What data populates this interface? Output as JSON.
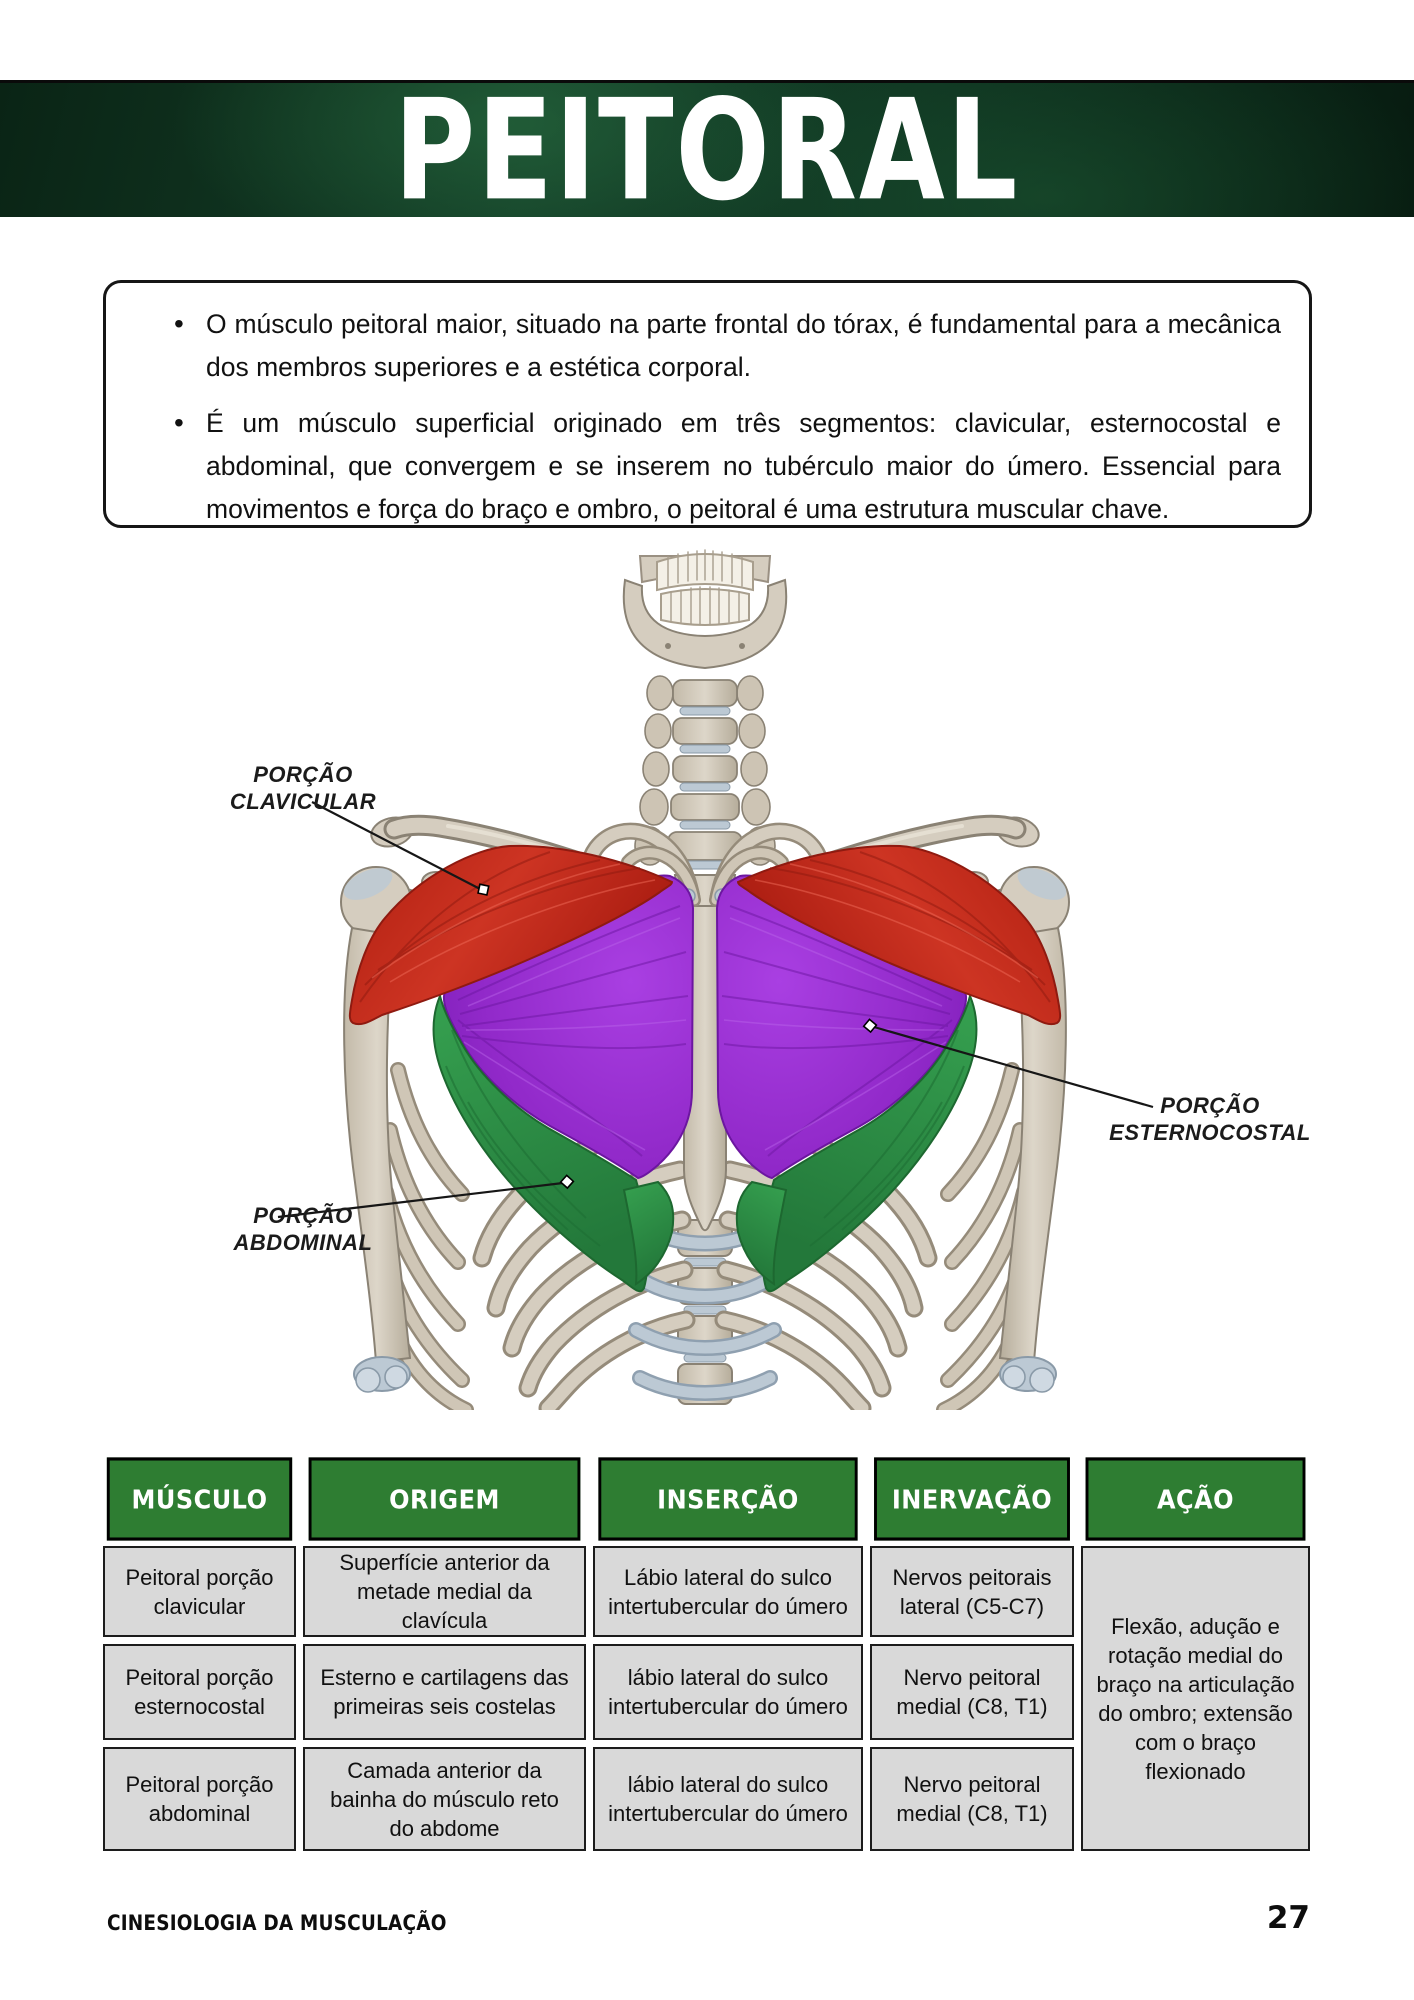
{
  "banner": {
    "title": "PEITORAL"
  },
  "intro": {
    "bullets": [
      "O músculo peitoral maior, situado na parte frontal do tórax, é fundamental para a mecânica dos membros superiores e a estética corporal.",
      "É um músculo superficial originado em três segmentos: clavicular, esternocostal e abdominal, que convergem e se inserem no tubérculo maior do úmero. Essencial para movimentos e força do braço e ombro, o peitoral é uma estrutura muscular chave."
    ]
  },
  "diagram": {
    "labels": {
      "clavicular": {
        "line1": "PORÇÃO",
        "line2": "CLAVICULAR"
      },
      "esternocostal": {
        "line1": "PORÇÃO",
        "line2": "ESTERNOCOSTAL"
      },
      "abdominal": {
        "line1": "PORÇÃO",
        "line2": "ABDOMINAL"
      }
    },
    "colors": {
      "clavicular_red": "#c5301f",
      "esternocostal_purple": "#9a2fd0",
      "abdominal_green": "#2e8f44",
      "bone": "#d5cdbf",
      "cartilage": "#bcc9d4"
    }
  },
  "table": {
    "headers": [
      "MÚSCULO",
      "ORIGEM",
      "INSERÇÃO",
      "INERVAÇÃO",
      "AÇÃO"
    ],
    "rows": [
      [
        "Peitoral porção clavicular",
        "Superfície anterior da metade medial da clavícula",
        "Lábio lateral do sulco intertubercular do úmero",
        "Nervos peitorais lateral (C5-C7)"
      ],
      [
        "Peitoral porção esternocostal",
        "Esterno e cartilagens das primeiras seis costelas",
        "lábio lateral do sulco intertubercular do úmero",
        "Nervo peitoral medial (C8, T1)"
      ],
      [
        "Peitoral porção abdominal",
        "Camada anterior da bainha do músculo reto do abdome",
        "lábio lateral do sulco intertubercular do úmero",
        "Nervo peitoral medial (C8, T1)"
      ]
    ],
    "action_merged": "Flexão, adução e rotação medial do braço na articulação do ombro; extensão com o braço flexionado"
  },
  "footer": {
    "book_title": "CINESIOLOGIA DA MUSCULAÇÃO",
    "page_number": "27"
  }
}
